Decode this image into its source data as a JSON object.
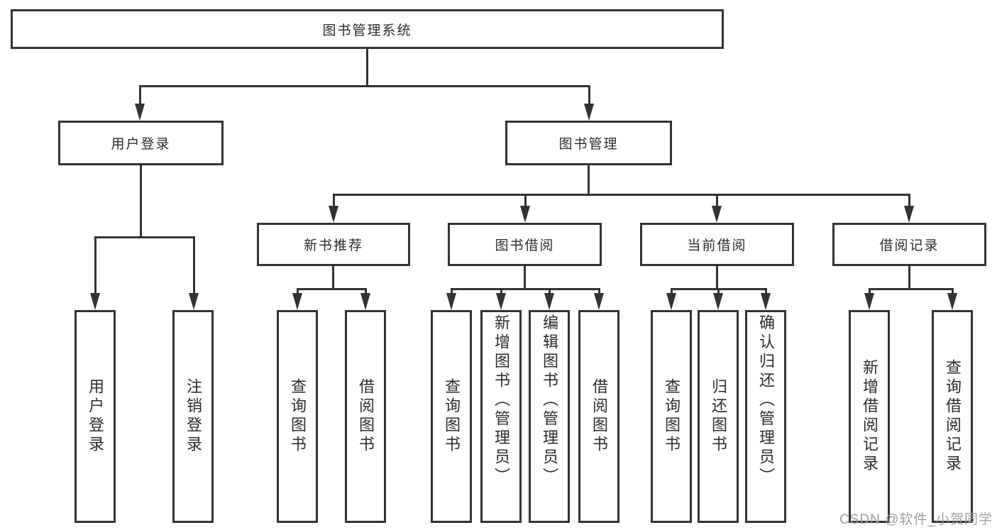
{
  "page": {
    "background": "#ffffff"
  },
  "colors": {
    "line": "#333333",
    "box_border": "#333333",
    "text": "#2b2b2b",
    "watermark_text": "#9e9e9e"
  },
  "nodes": {
    "root": "图书管理系统",
    "level2": [
      "用户登录",
      "图书管理"
    ],
    "level3": [
      "新书推荐",
      "图书借阅",
      "当前借阅",
      "借阅记录"
    ],
    "leaves": {
      "user_login": [
        "用户登录",
        "注销登录"
      ],
      "new_book_recommend": [
        "查询图书",
        "借阅图书"
      ],
      "book_borrow": [
        "查询图书",
        "新增图书（管理员）",
        "编辑图书（管理员）",
        "借阅图书"
      ],
      "current_borrow": [
        "查询图书",
        "归还图书",
        "确认归还（管理员）"
      ],
      "borrow_records": [
        "新增借阅记录",
        "查询借阅记录"
      ]
    }
  },
  "watermark": "CSDN @软件_小贺同学"
}
